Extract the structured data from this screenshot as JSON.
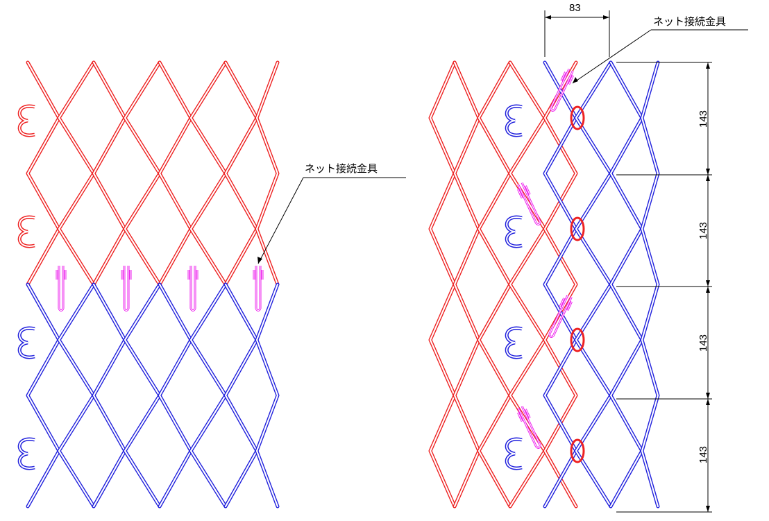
{
  "labels": {
    "fitting_left": "ネット接続金具",
    "fitting_right": "ネット接続金具"
  },
  "dimensions": {
    "width": "83",
    "heights": [
      "143",
      "143",
      "143",
      "143"
    ]
  },
  "colors": {
    "red_net": "#ee2222",
    "blue_net": "#2222dd",
    "fitting": "#ee22ee",
    "line": "#000000"
  }
}
